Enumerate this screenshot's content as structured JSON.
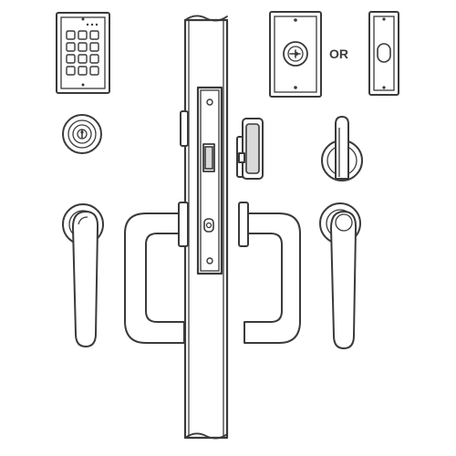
{
  "diagram": {
    "separator_text": "OR",
    "components": [
      "keypad",
      "key-switch-plate",
      "push-button-plate",
      "key-cylinder",
      "thumbturn",
      "lever-handle-left",
      "lever-handle-right",
      "pull-handle",
      "door-edge",
      "mortise-lock-faceplate"
    ]
  },
  "colors": {
    "line": "#3a3a3a",
    "background": "#ffffff",
    "shade": "#d9d9d9"
  }
}
